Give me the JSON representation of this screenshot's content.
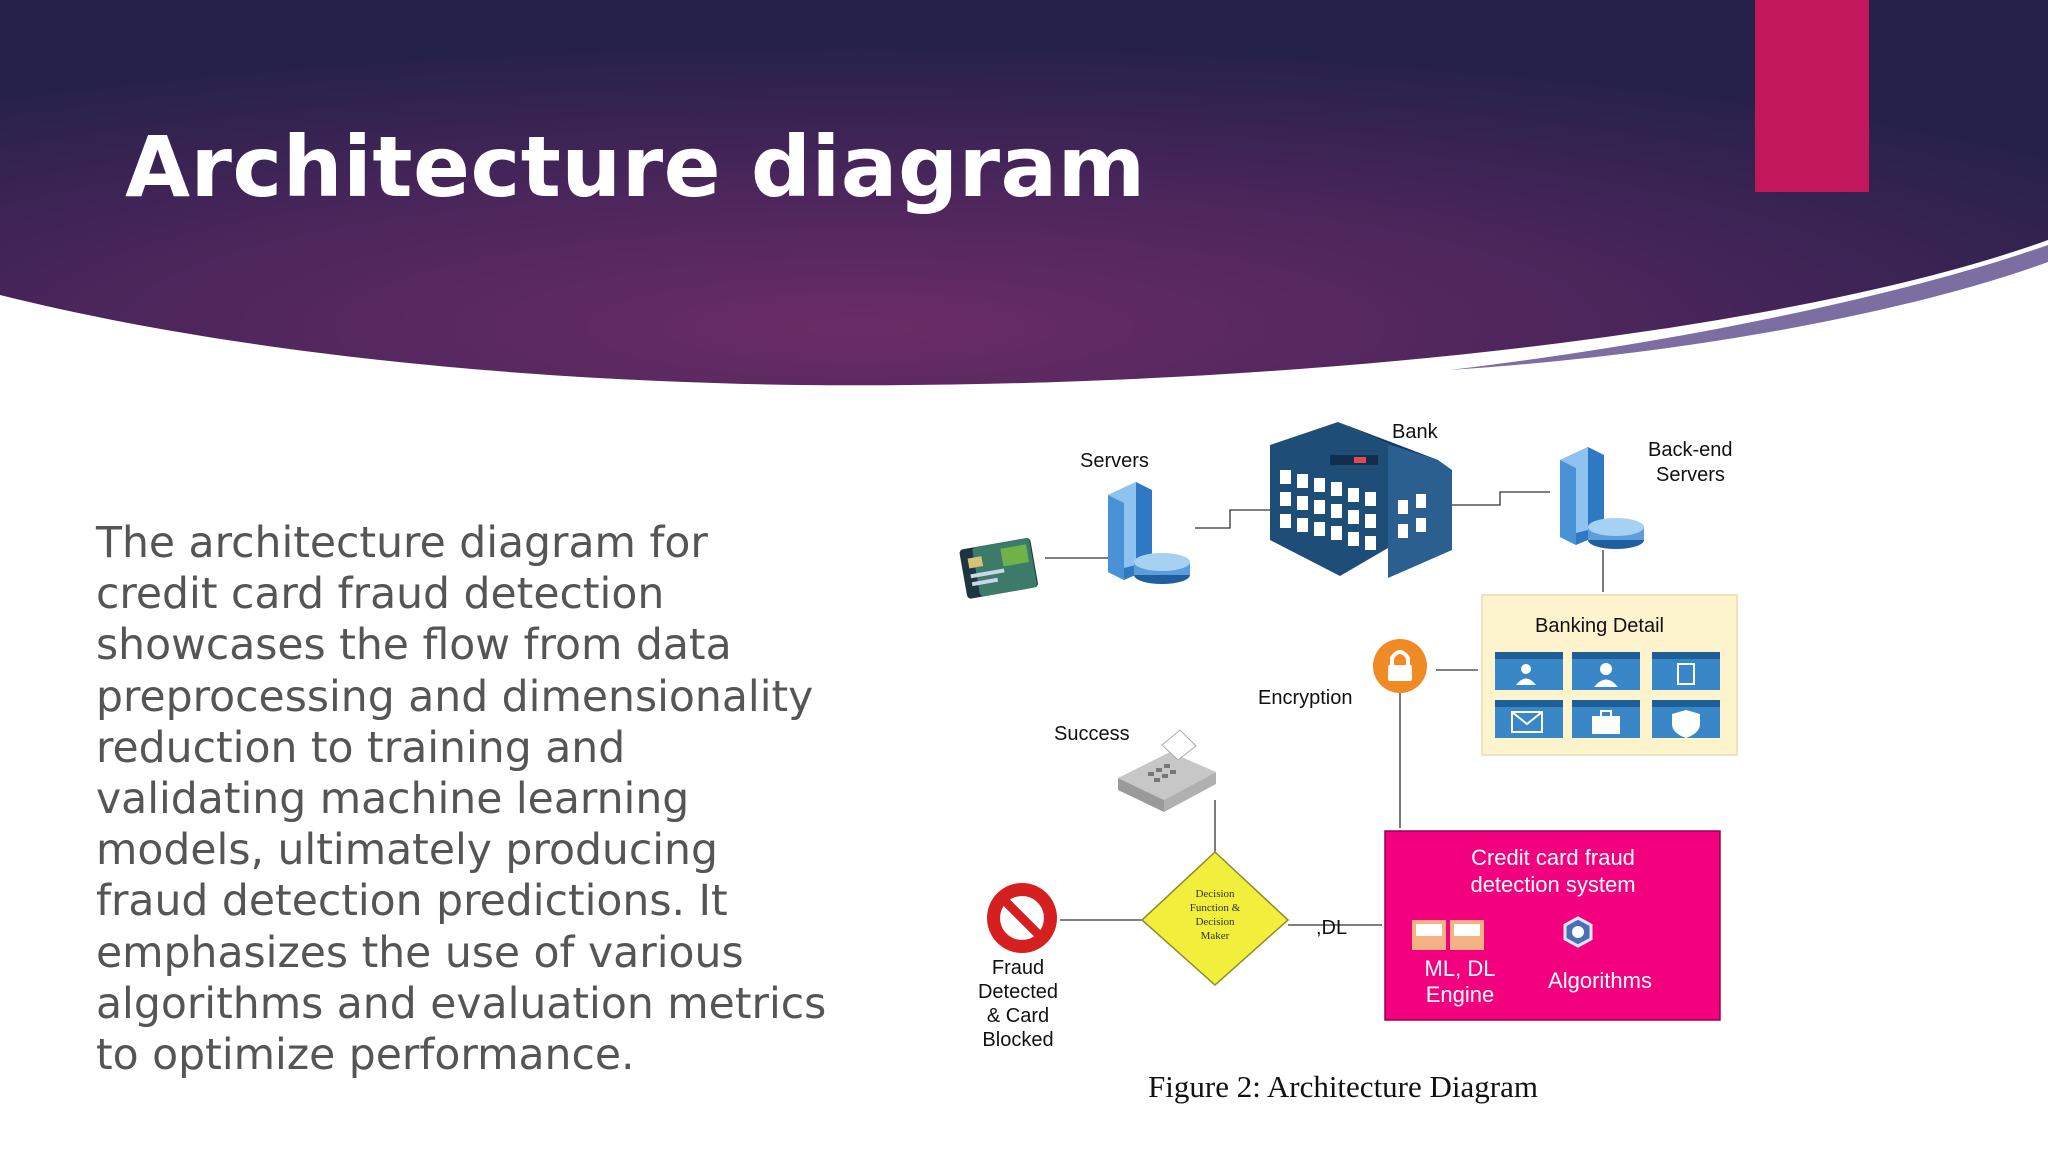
{
  "slide": {
    "title": "Architecture diagram",
    "body": "The architecture diagram for credit card fraud detection showcases the flow from data preprocessing and dimensionality reduction to training and validating machine learning models, ultimately producing fraud detection predictions. It emphasizes the use of various algorithms and evaluation metrics to optimize performance."
  },
  "theme": {
    "header_dark": "#2a1f4a",
    "header_purple": "#5e2b66",
    "accent_magenta": "#c2185b",
    "fraud_box_fill": "#f2007e",
    "banking_detail_fill": "#fdf3cc",
    "decision_fill": "#f2ee3c",
    "server_blue": "#2f79c4",
    "bank_building_blue": "#1e4d78",
    "lock_orange": "#f08a24",
    "block_red": "#d62020"
  },
  "diagram": {
    "servers_label": "Servers",
    "bank_label": "Bank",
    "backend_label_line1": "Back-end",
    "backend_label_line2": "Servers",
    "banking_detail_title": "Banking Detail",
    "encryption_label": "Encryption",
    "success_label": "Success",
    "decision_line1": "Decision",
    "decision_line2": "Function &",
    "decision_line3": "Decision",
    "decision_line4": "Maker",
    "dl_label": ",DL",
    "fraud_box_title_line1": "Credit card fraud",
    "fraud_box_title_line2": "detection system",
    "ml_engine_line1": "ML, DL",
    "ml_engine_line2": "Engine",
    "algorithms_label": "Algorithms",
    "fraud_blocked_line1": "Fraud",
    "fraud_blocked_line2": "Detected",
    "fraud_blocked_line3": "& Card",
    "fraud_blocked_line4": "Blocked",
    "caption": "Figure 2: Architecture Diagram"
  }
}
